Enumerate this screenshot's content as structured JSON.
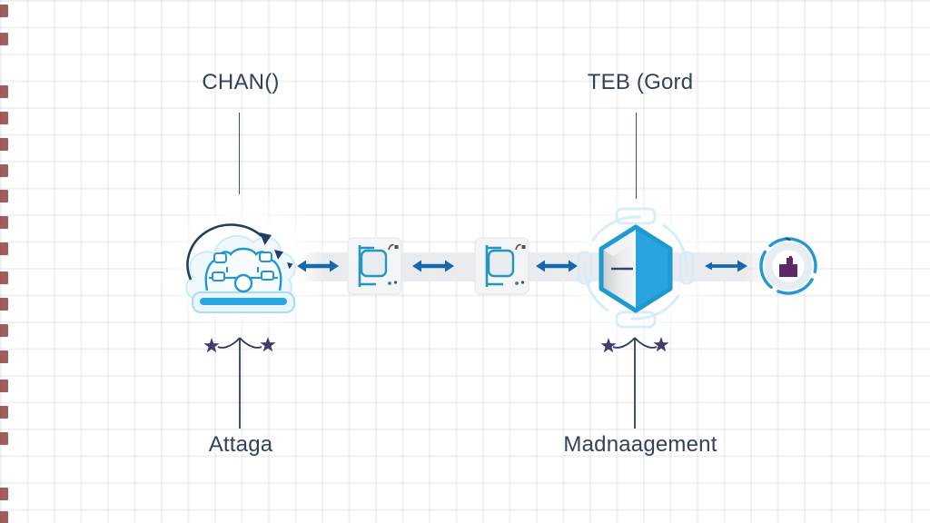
{
  "title": "process-flow-diagram",
  "labels": {
    "top_left": "CHAN()",
    "top_right": "TEB (Gord",
    "bottom_left": "Attaga",
    "bottom_right": "Madnaagement"
  },
  "colors": {
    "label_text": "#34415a",
    "connector_line": "#3c4c66",
    "arrow_blue": "#1668ad",
    "icon_blue": "#2196d3",
    "hexagon_fill_blue": "#2aa4e0",
    "hexagon_stroke": "#1d9ad2",
    "star_purple": "#443a6d",
    "flask_purple": "#5d2a67",
    "dark_arc_navy": "#1f3f60",
    "tile_gray": "#f3f5f7",
    "band_gray": "#ebebed",
    "edge_mark_red": "#8b3434",
    "grid_gray": "#cbd1dd",
    "backdrop_light_blue": "#d9edf8"
  },
  "icons": {
    "node_left": "cloud-sync-machine-icon",
    "node_mid_1": "bracket-connector-icon",
    "node_mid_2": "bracket-connector-icon",
    "node_right": "hexagon-module-icon",
    "node_far_right": "cycle-flask-icon",
    "arrows": "double-headed-arrow-icon",
    "branches": "two-star-branch-connector-icon"
  },
  "edge_marks": {
    "ys": [
      5,
      36,
      94,
      123,
      152,
      181,
      209,
      238,
      267,
      299,
      328,
      357,
      386,
      418,
      447,
      476,
      537,
      563
    ]
  }
}
